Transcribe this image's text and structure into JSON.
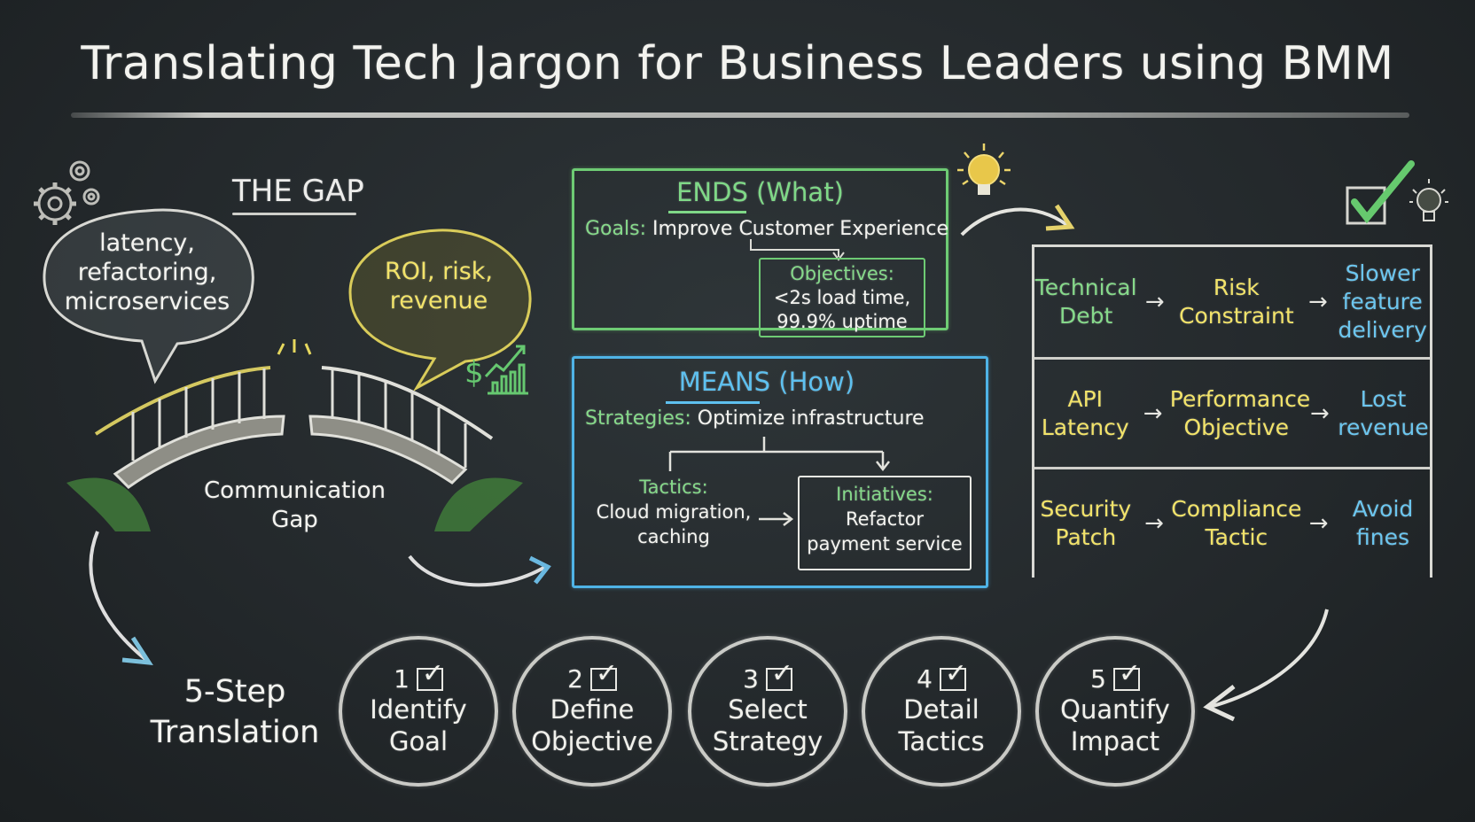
{
  "title": "Translating Tech Jargon for Business Leaders using BMM",
  "gap_section": {
    "label": "THE GAP",
    "tech_bubble": [
      "latency,",
      "refactoring,",
      "microservices"
    ],
    "business_bubble": [
      "ROI, risk,",
      "revenue"
    ],
    "bridge_caption": [
      "Communication",
      "Gap"
    ],
    "icons": [
      "gears-icon",
      "dollar-growth-chart-icon",
      "broken-bridge-icon"
    ]
  },
  "ends": {
    "title": "ENDS (What)",
    "goals_label": "Goals:",
    "goals_value": "Improve Customer Experience",
    "objectives_label": "Objectives:",
    "objectives_lines": [
      "<2s load time,",
      "99.9% uptime"
    ],
    "color": "#6ecb74"
  },
  "means": {
    "title": "MEANS (How)",
    "strategies_label": "Strategies:",
    "strategies_value": "Optimize infrastructure",
    "tactics_label": "Tactics:",
    "tactics_lines": [
      "Cloud migration,",
      "caching"
    ],
    "initiatives_label": "Initiatives:",
    "initiatives_lines": [
      "Refactor",
      "payment service"
    ],
    "color": "#4fb3e6"
  },
  "translation_table": {
    "rows": [
      {
        "tech": [
          "Technical",
          "Debt"
        ],
        "bmm": [
          "Risk",
          "Constraint"
        ],
        "business": [
          "Slower",
          "feature",
          "delivery"
        ]
      },
      {
        "tech": [
          "API",
          "Latency"
        ],
        "bmm": [
          "Performance",
          "Objective"
        ],
        "business": [
          "Lost",
          "revenue"
        ]
      },
      {
        "tech": [
          "Security",
          "Patch"
        ],
        "bmm": [
          "Compliance",
          "Tactic"
        ],
        "business": [
          "Avoid",
          "fines"
        ]
      }
    ],
    "arrow": "→",
    "colors": {
      "tech_first_row": "#86d98a",
      "tech": "#f2e36a",
      "bmm": "#f2e36a",
      "business": "#6cc6ef"
    },
    "icons": [
      "lightbulb-icon",
      "checkbox-check-icon",
      "lightbulb-outline-icon"
    ]
  },
  "steps": {
    "label": [
      "5-Step",
      "Translation"
    ],
    "items": [
      {
        "num": "1",
        "lines": [
          "Identify",
          "Goal"
        ]
      },
      {
        "num": "2",
        "lines": [
          "Define",
          "Objective"
        ]
      },
      {
        "num": "3",
        "lines": [
          "Select",
          "Strategy"
        ]
      },
      {
        "num": "4",
        "lines": [
          "Detail",
          "Tactics"
        ]
      },
      {
        "num": "5",
        "lines": [
          "Quantify",
          "Impact"
        ]
      }
    ]
  }
}
